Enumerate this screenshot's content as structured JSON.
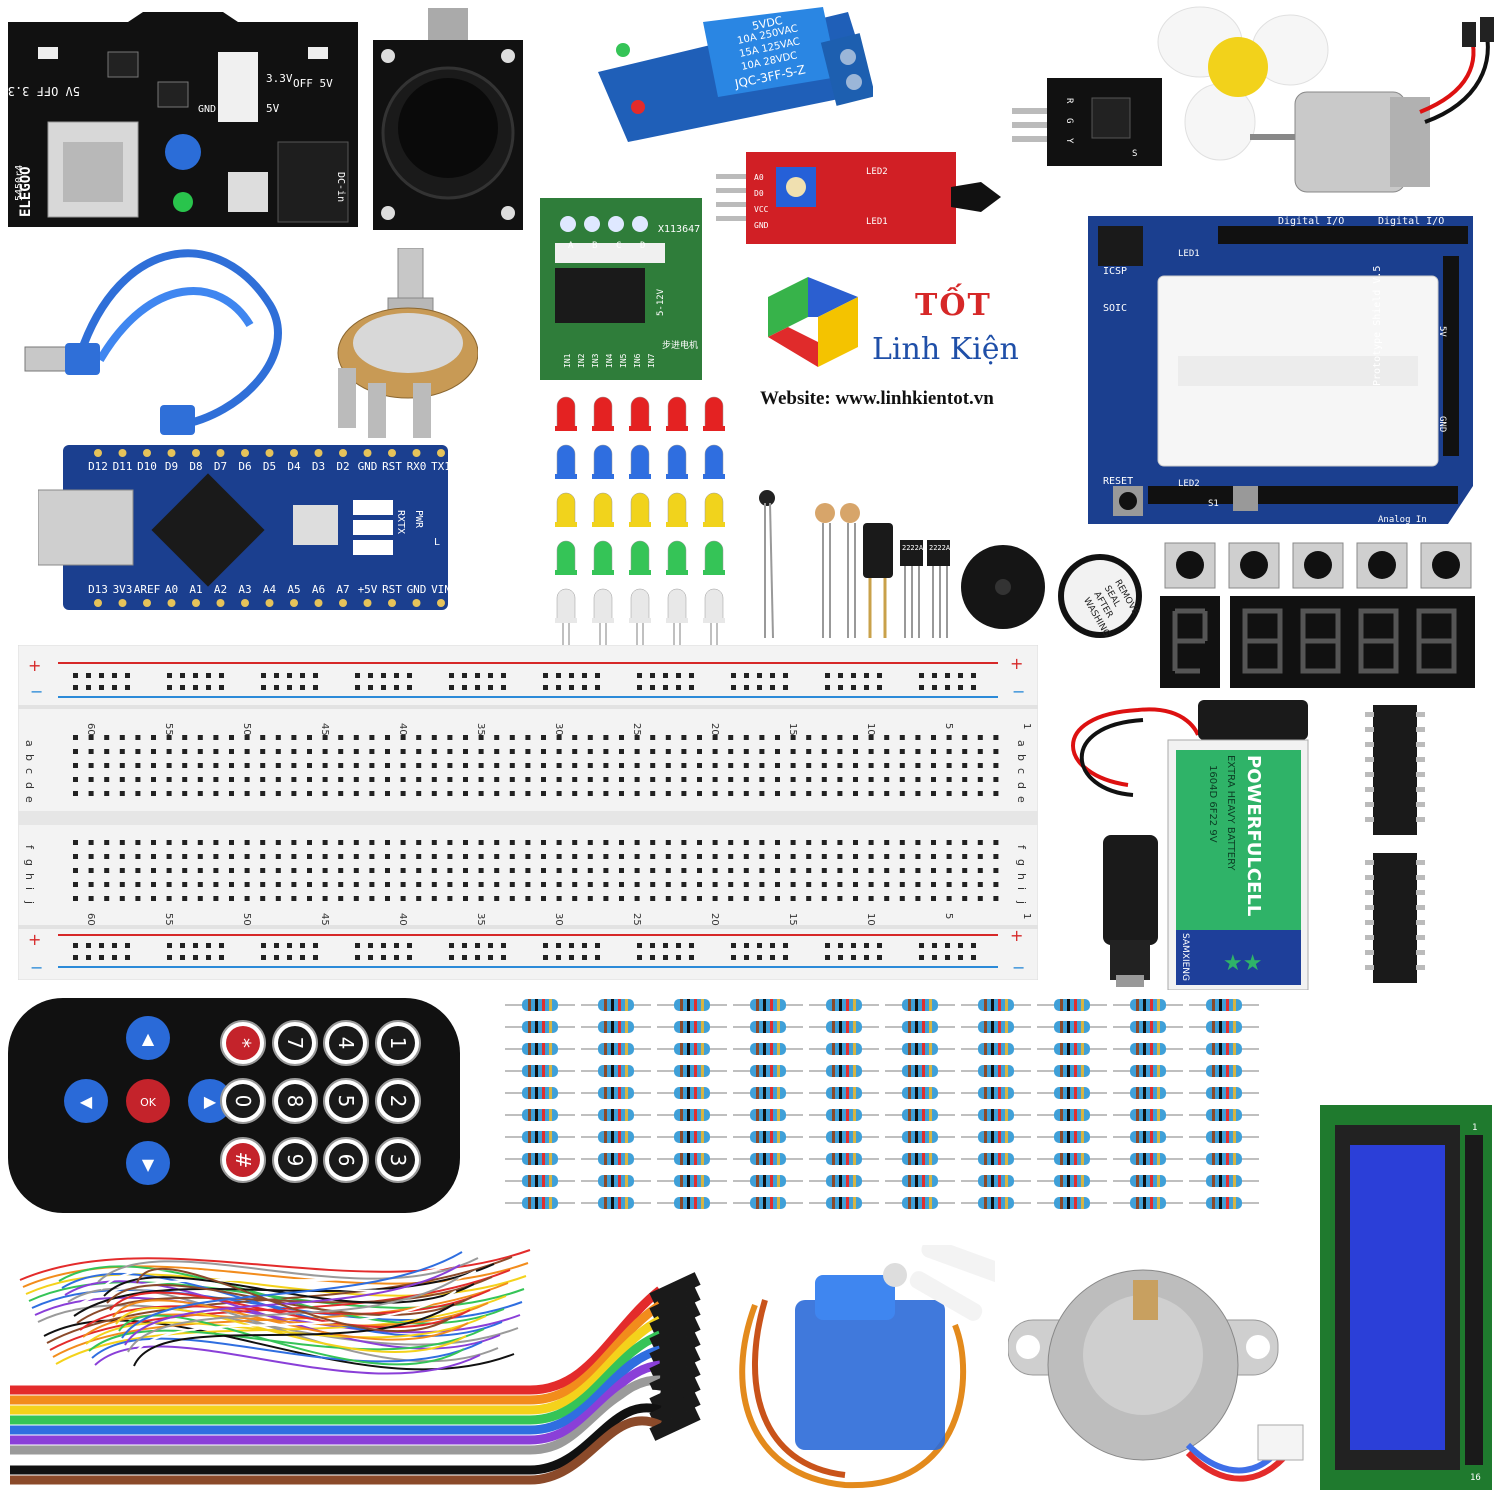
{
  "colors": {
    "pcb_black": "#111111",
    "pcb_blue": "#1b3f8f",
    "pcb_green": "#2f7d3a",
    "pcb_red": "#d11f25",
    "relay_blue": "#1d6fd1",
    "breadboard": "#f3f3f3",
    "rail_red": "#d62828",
    "rail_blue": "#2b8ad8",
    "brand_red": "#d62828",
    "brand_blue": "#1f4fa8"
  },
  "power_module": {
    "brand": "ELEGOO",
    "labels": [
      "5V OFF 3.3",
      "3.3V",
      "5V",
      "GND",
      "OFF 5V",
      "DC-in",
      "5450r4"
    ]
  },
  "relay": {
    "labels": [
      "5VDC",
      "10A 250VAC",
      "15A 125VAC",
      "10A 28VDC",
      "JQC-3FF-S-Z"
    ]
  },
  "ir_receiver": {
    "labels": [
      "R",
      "G",
      "Y",
      "S"
    ]
  },
  "flame_sensor": {
    "labels": [
      "LED2",
      "LED1",
      "A0",
      "D0",
      "VCC",
      "GND"
    ]
  },
  "driver_board": {
    "labels": [
      "X113647",
      "A",
      "B",
      "C",
      "D",
      "5-12V",
      "IN1",
      "IN2",
      "IN3",
      "IN4",
      "IN5",
      "IN6",
      "IN7",
      "步进电机"
    ]
  },
  "brand": {
    "top": "TỐT",
    "name": "Linh Kiện",
    "website": "Website: www.linhkientot.vn"
  },
  "proto_shield": {
    "labels": [
      "Digital I/O",
      "Digital I/O",
      "ICSP",
      "LED1",
      "SOIC",
      "RESET",
      "LED2",
      "S1",
      "Analog In",
      "Prototype Shield V.5",
      "5V",
      "GND"
    ]
  },
  "nano": {
    "top_pins": [
      "D12",
      "D11",
      "D10",
      "D9",
      "D8",
      "D7",
      "D6",
      "D5",
      "D4",
      "D3",
      "D2",
      "GND",
      "RST",
      "RX0",
      "TX1"
    ],
    "bottom_pins": [
      "D13",
      "3V3",
      "AREF",
      "A0",
      "A1",
      "A2",
      "A3",
      "A4",
      "A5",
      "A6",
      "A7",
      "+5V",
      "RST",
      "GND",
      "VIN"
    ],
    "side_labels": [
      "RXTX",
      "PWR",
      "L"
    ]
  },
  "transistors": {
    "labels": [
      "2222A",
      "2222A"
    ]
  },
  "buzzer": {
    "labels": [
      "REMOVE",
      "SEAL",
      "AFTER",
      "WASHING"
    ]
  },
  "breadboard": {
    "numbers": [
      "60",
      "55",
      "50",
      "45",
      "40",
      "35",
      "30",
      "25",
      "20",
      "15",
      "10",
      "5",
      "1"
    ],
    "rows_top": [
      "a",
      "b",
      "c",
      "d",
      "e"
    ],
    "rows_bottom": [
      "f",
      "g",
      "h",
      "i",
      "j"
    ],
    "plus": "+",
    "minus": "−"
  },
  "battery": {
    "brand": "POWERFULCELL",
    "sub": "EXTRA HEAVY BATTERY",
    "model": "1604D 6F22 9V",
    "maker": "SAMXIENG"
  },
  "remote": {
    "keys": [
      "*",
      "7",
      "4",
      "1",
      "0",
      "8",
      "5",
      "2",
      "#",
      "9",
      "6",
      "3"
    ],
    "ok": "OK"
  },
  "lcd": {
    "labels": [
      "16",
      "1"
    ]
  }
}
